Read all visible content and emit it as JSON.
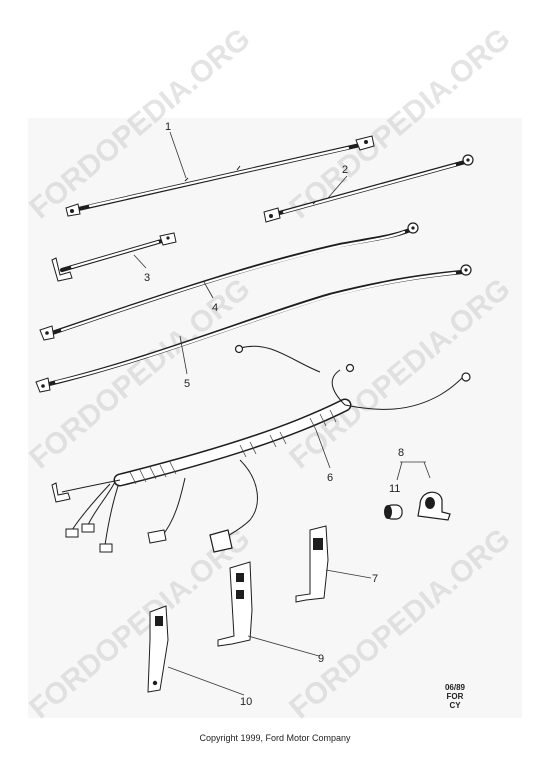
{
  "callouts": [
    "1",
    "2",
    "3",
    "4",
    "5",
    "6",
    "7",
    "8",
    "9",
    "10",
    "11"
  ],
  "code_lines": [
    "06/89",
    "FOR",
    "CY"
  ],
  "watermark": "FORDOPEDIA.ORG",
  "copyright": "Copyright 1999, Ford Motor Company"
}
